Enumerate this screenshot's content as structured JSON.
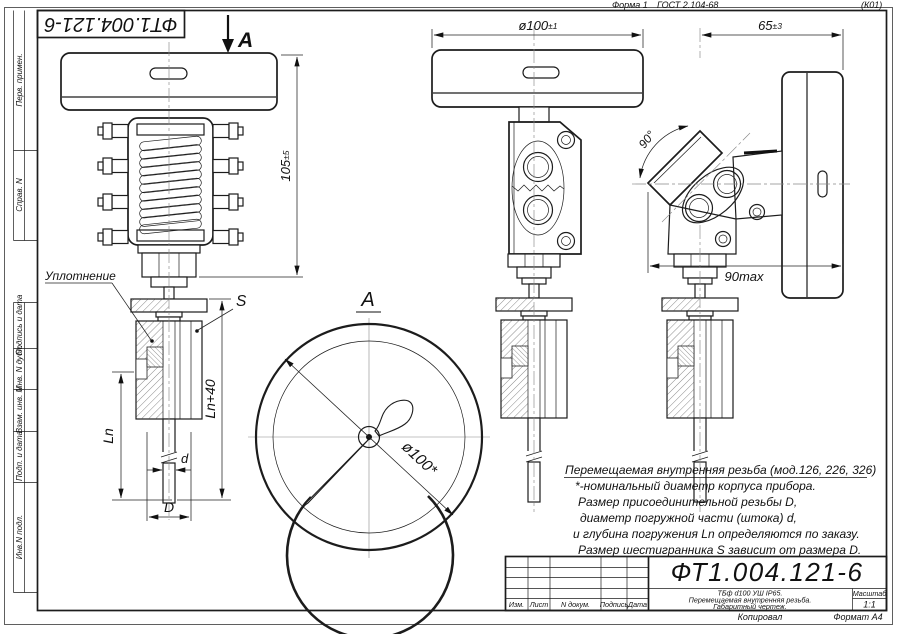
{
  "colors": {
    "line": "#1c1c1c",
    "paper": "#ffffff"
  },
  "header": {
    "form_label": "Форма 1",
    "gost_label": "ГОСТ 2.104-68",
    "code_label": "(К01)"
  },
  "stamp": {
    "designation": "ФТ1.004.121-6"
  },
  "view_arrow": {
    "label": "A"
  },
  "margin": {
    "items": [
      {
        "label": "Перв. примен."
      },
      {
        "label": "Справ. N"
      },
      {
        "label": "Подпись и дата"
      },
      {
        "label": "Инв. N дубл."
      },
      {
        "label": "Взам. инв. N"
      },
      {
        "label": "Подп. и дата"
      },
      {
        "label": "Инв.N подл."
      }
    ]
  },
  "front_view": {
    "seal_callout": "Уплотнение",
    "hex_label": "S",
    "dims": {
      "height": "105",
      "height_tol": "±5",
      "immersion": "Ln",
      "immersion_ext": "Ln+40",
      "stem_diameter": "d",
      "thread_diameter": "D"
    }
  },
  "dial_view": {
    "label": "A",
    "diameter": "ø100*"
  },
  "middle_view": {
    "dims": {
      "dial_diameter": "ø100",
      "dial_tol": "±1"
    }
  },
  "side_view": {
    "dims": {
      "depth": "65",
      "depth_tol": "±3",
      "swivel_angle": "90°",
      "max_span": "90max"
    }
  },
  "notes": {
    "lines": [
      "Перемещаемая внутренняя резьба (мод.126, 226, 326)",
      "*-номинальный диаметр корпуса прибора.",
      "Размер присоединительной резьбы D,",
      "диаметр погружной части (штока) d,",
      "и глубина погружения Ln определяются по заказу.",
      "Размер шестигранника S зависит от размера D."
    ]
  },
  "title_block": {
    "designation": "ФТ1.004.121-6",
    "desc_line1": "ТБф d100 УШ IP65.",
    "desc_line2": "Перемещаемая внутренняя резьба.",
    "desc_line3": "Габаритный чертеж.",
    "columns": [
      "Изм.",
      "Лист",
      "N докум.",
      "Подпись",
      "Дата"
    ],
    "scale_label": "Масштаб",
    "scale_value": "1:1",
    "copied_label": "Копировал",
    "format_label": "Формат А4"
  }
}
